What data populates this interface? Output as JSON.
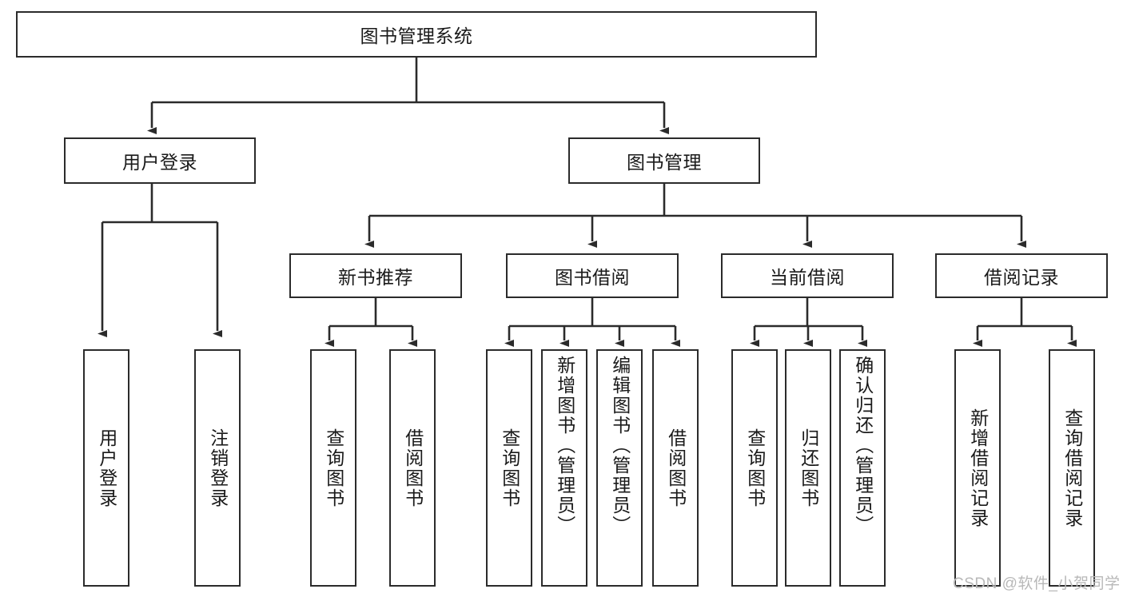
{
  "diagram": {
    "title": "图书管理系统",
    "type": "tree-hierarchy-chart",
    "root": {
      "label": "图书管理系统"
    },
    "level2": [
      {
        "label": "用户登录"
      },
      {
        "label": "图书管理"
      }
    ],
    "level3": [
      {
        "label": "新书推荐"
      },
      {
        "label": "图书借阅"
      },
      {
        "label": "当前借阅"
      },
      {
        "label": "借阅记录"
      }
    ],
    "leaves": {
      "user_login": [
        {
          "label": "用户登录"
        },
        {
          "label": "注销登录"
        }
      ],
      "new_book_recommend": [
        {
          "label": "查询图书"
        },
        {
          "label": "借阅图书"
        }
      ],
      "book_borrow": [
        {
          "label": "查询图书"
        },
        {
          "label": "新增图书（管理员）"
        },
        {
          "label": "编辑图书（管理员）"
        },
        {
          "label": "借阅图书"
        }
      ],
      "current_borrow": [
        {
          "label": "查询图书"
        },
        {
          "label": "归还图书"
        },
        {
          "label": "确认归还（管理员）"
        }
      ],
      "borrow_record": [
        {
          "label": "新增借阅记录"
        },
        {
          "label": "查询借阅记录"
        }
      ]
    }
  },
  "watermark": {
    "text": "CSDN @软件_小贺同学"
  },
  "colors": {
    "stroke": "#2b2b2b",
    "background": "#ffffff",
    "text": "#1a1a1a",
    "watermark": "#b8b8b8"
  }
}
